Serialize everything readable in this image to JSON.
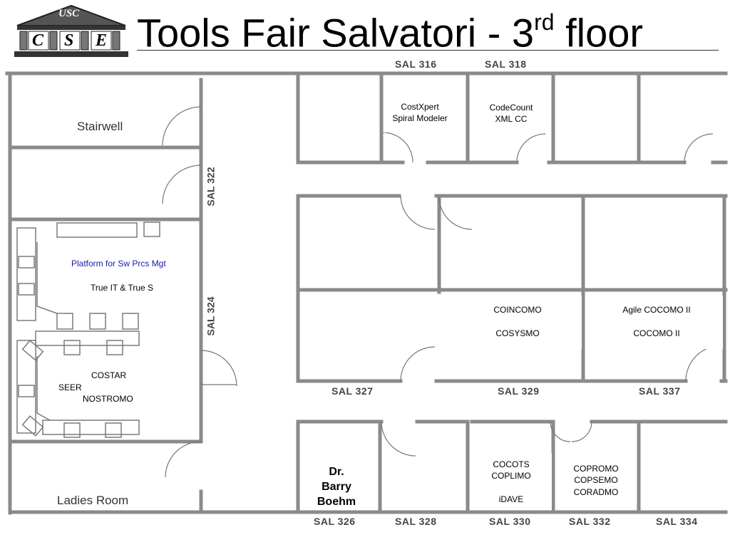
{
  "title": {
    "main": "Tools Fair Salvatori - 3",
    "sup": "rd",
    "suffix": " floor"
  },
  "logo": {
    "top": "USC",
    "letters": [
      "C",
      "S",
      "E"
    ]
  },
  "rooms": {
    "sal316": "SAL 316",
    "sal318": "SAL 318",
    "sal322": "SAL 322",
    "sal324": "SAL 324",
    "sal326": "SAL 326",
    "sal327": "SAL 327",
    "sal328": "SAL 328",
    "sal329": "SAL 329",
    "sal330": "SAL 330",
    "sal332": "SAL 332",
    "sal334": "SAL 334",
    "sal337": "SAL 337"
  },
  "named_rooms": {
    "stairwell": "Stairwell",
    "ladies_room": "Ladies Room"
  },
  "tools": {
    "costxpert": "CostXpert",
    "spiral_modeler": "Spiral Modeler",
    "codecount": "CodeCount",
    "xml_cc": "XML CC",
    "platform": "Platform for Sw Prcs Mgt",
    "true_it": "True IT & True S",
    "costar": "COSTAR",
    "seer": "SEER",
    "nostromo": "NOSTROMO",
    "coincomo": "COINCOMO",
    "cosysmo": "COSYSMO",
    "agile_cocomo": "Agile COCOMO II",
    "cocomo2": "COCOMO II",
    "cocots": "COCOTS",
    "coplimo": "COPLIMO",
    "idave": "iDAVE",
    "copromo": "COPROMO",
    "copsemo": "COPSEMO",
    "coradmo": "CORADMO"
  },
  "person": {
    "line1": "Dr.",
    "line2": "Barry",
    "line3": "Boehm"
  },
  "colors": {
    "wall": "#8a8a8a",
    "text_blue": "#1a1ab0",
    "desk": "#9a9a9a"
  }
}
